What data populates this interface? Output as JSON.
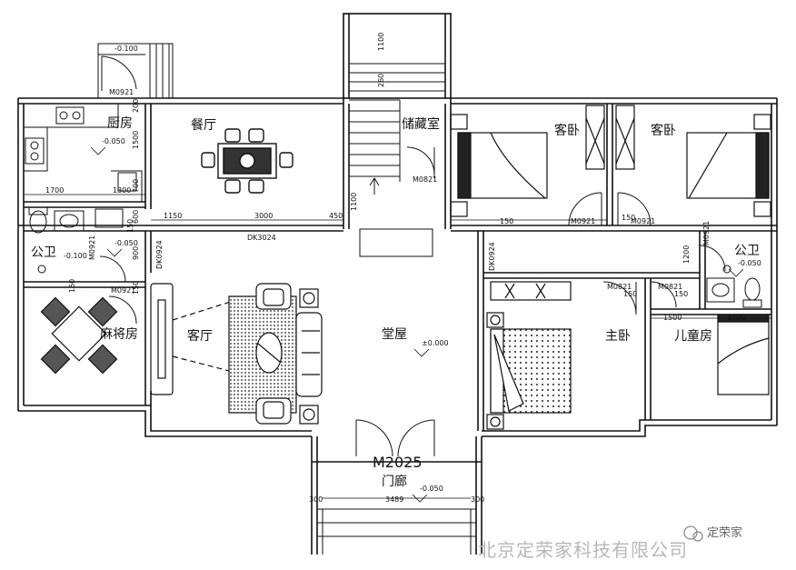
{
  "rooms": {
    "kitchen": "厨房",
    "dining": "餐厅",
    "storage": "储藏室",
    "guest_bed_1": "客卧",
    "guest_bed_2": "客卧",
    "public_wc_left": "公卫",
    "public_wc_right": "公卫",
    "mahjong": "麻将房",
    "living": "客厅",
    "hall": "堂屋",
    "master_bed": "主卧",
    "kids_room": "儿童房",
    "porch": "门廊"
  },
  "levels": {
    "entry_top": "-0.100",
    "kitchen": "-0.050",
    "wc_left_a": "-0.050",
    "wc_left_b": "-0.100",
    "wc_right": "-0.050",
    "hall": "±0.000",
    "porch": "-0.050"
  },
  "doors": {
    "m0921_kitchen_entry": "M0921",
    "m0921_wc_left": "M0921",
    "m0921_mahjong": "M0921",
    "m0821_storage": "M0821",
    "m0921_guest1": "M0921",
    "m0921_guest2": "M0921",
    "m0821_master": "M0821",
    "m0921_wc_right": "M0921",
    "m0821_wc_right": "M0821",
    "dk0924_left": "DK0924",
    "dk0924_mid": "DK0924",
    "dk3024": "DK3024",
    "m2025": "M2025"
  },
  "dimensions": {
    "d1100_top": "1100",
    "d260": "260",
    "d1500": "1500",
    "d200": "200",
    "d1700_kitchen": "1700",
    "d1300": "1300",
    "d700": "700",
    "d1150": "1150",
    "d3000": "3000",
    "d450": "450",
    "d1100_stair": "1100",
    "d150_a": "150",
    "d150_b": "150",
    "d150_c": "150",
    "d150_d": "150",
    "d150_e": "150",
    "d150_f": "150",
    "d150_g": "150",
    "d600": "600",
    "d900": "900",
    "d1200": "1200",
    "d1500_right": "1500",
    "d1700_right": "1700",
    "d300_a": "300",
    "d300_b": "300",
    "d3489": "3489"
  },
  "footer": {
    "company": "北京定荣家科技有限公司",
    "watermark": "定荣家"
  },
  "colors": {
    "line": "#111111",
    "watermark": "#b8b8b8"
  }
}
